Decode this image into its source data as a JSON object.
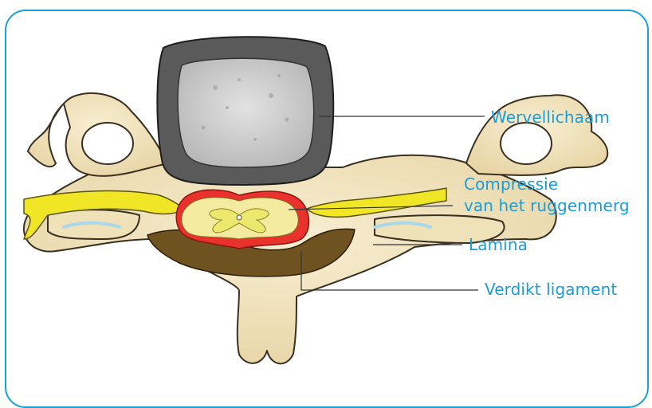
{
  "labels": {
    "vertebral_body": "Wervellichaam",
    "compression_line1": "Compressie",
    "compression_line2": "van het ruggenmerg",
    "lamina": "Lamina",
    "ligament": "Verdikt ligament"
  },
  "colors": {
    "accent": "#1aa1d8",
    "bone": "#f3e6c3",
    "bone_outline": "#3a3020",
    "body_shell": "#5a5a5a",
    "body_core": "#d4d4d4",
    "nerve": "#f1e626",
    "cord": "#f4eaa0",
    "compression": "#e8322b",
    "ligament": "#6e5220"
  }
}
